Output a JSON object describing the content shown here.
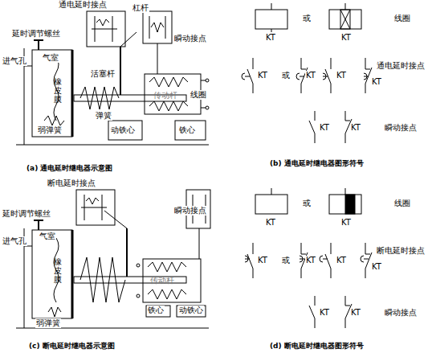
{
  "diagram": {
    "labels": [
      "通电延时接点",
      "杠杆",
      "瞬动接点",
      "延时调节螺丝",
      "进气孔",
      "气室",
      "橡皮膜",
      "弱弹簧",
      "活塞杆",
      "弹簧",
      "传动杆",
      "线圈",
      "动铁心",
      "铁心",
      "(a) 通电延时继电器示意图",
      "或",
      "线圈",
      "KT",
      "KT",
      "KT",
      "或",
      "KT",
      "KT",
      "KT",
      "通电延时接点",
      "KT",
      "KT",
      "瞬动接点",
      "(b) 通电延时继电器图形符号",
      "断电延时接点",
      "瞬动接点",
      "延时调节螺丝",
      "进气孔",
      "气室",
      "橡皮膜",
      "弱弹簧",
      "传动杆",
      "铁心",
      "动铁心",
      "(c) 断电延时继电器示意图",
      "或",
      "线圈",
      "KT",
      "KT",
      "KT",
      "或",
      "KT",
      "KT",
      "KT",
      "断电延时接点",
      "KT",
      "KT",
      "瞬动接点",
      "(d) 断电延时继电器图形符号"
    ]
  }
}
